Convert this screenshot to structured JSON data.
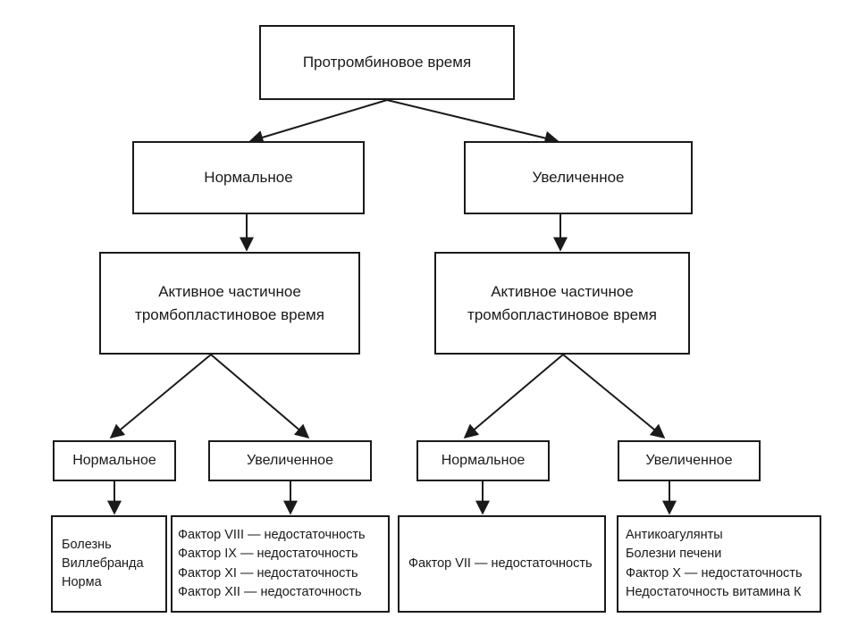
{
  "root": {
    "label": "Протромбиновое время"
  },
  "pt_normal": {
    "label": "Нормальное"
  },
  "pt_increased": {
    "label": "Увеличенное"
  },
  "aptt_left": {
    "lines": [
      "Активное частичное",
      "тромбопластиновое время"
    ]
  },
  "aptt_right": {
    "lines": [
      "Активное частичное",
      "тромбопластиновое время"
    ]
  },
  "l_normal": {
    "label": "Нормальное"
  },
  "l_increased": {
    "label": "Увеличенное"
  },
  "r_normal": {
    "label": "Нормальное"
  },
  "r_increased": {
    "label": "Увеличенное"
  },
  "out_l_normal": {
    "lines": [
      "Болезнь",
      "Виллебранда",
      "Норма"
    ]
  },
  "out_l_increased": {
    "lines": [
      "Фактор VIII — недостаточность",
      "Фактор IX — недостаточность",
      "Фактор XI — недостаточность",
      "Фактор XII — недостаточность"
    ]
  },
  "out_r_normal": {
    "lines": [
      "Фактор VII — недостаточность"
    ]
  },
  "out_r_increased": {
    "lines": [
      "Антикоагулянты",
      "Болезни печени",
      "Фактор X — недостаточность",
      "Недостаточность витамина К"
    ]
  }
}
